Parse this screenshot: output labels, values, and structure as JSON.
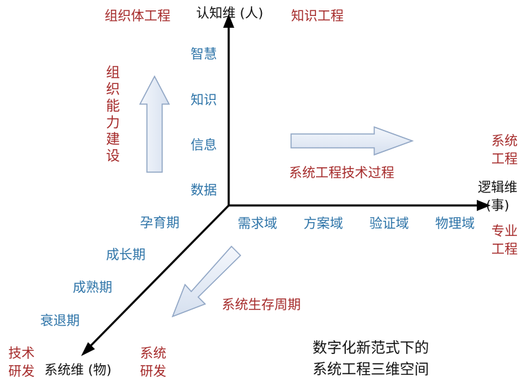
{
  "axes": {
    "vertical": "认知维 (人)",
    "horizontal_line1": "逻辑维",
    "horizontal_line2": "(事)",
    "diagonal": "系统维 (物)"
  },
  "vertical_axis_levels": [
    "智慧",
    "知识",
    "信息",
    "数据"
  ],
  "horizontal_axis_domains": [
    "需求域",
    "方案域",
    "验证域",
    "物理域"
  ],
  "diagonal_axis_phases": [
    "孕育期",
    "成长期",
    "成熟期",
    "衰退期"
  ],
  "corner_labels": {
    "top_left": "组织体工程",
    "top_right": "知识工程",
    "right_upper_line1": "系统",
    "right_upper_line2": "工程",
    "right_lower_line1": "专业",
    "right_lower_line2": "工程",
    "bottom_left_line1": "技术",
    "bottom_left_line2": "研发",
    "bottom_mid_line1": "系统",
    "bottom_mid_line2": "研发"
  },
  "process_labels": {
    "vertical_arrow": "组织能力建设",
    "horizontal_arrow": "系统工程技术过程",
    "diagonal_arrow": "系统生存周期"
  },
  "caption": {
    "line1": "数字化新范式下的",
    "line2": "系统工程三维空间"
  },
  "colors": {
    "axis": "#000000",
    "label_red": "#a52a2a",
    "label_blue": "#2e74a8",
    "arrow_fill": "#e8eef7",
    "arrow_stroke": "#8fa5c4"
  }
}
